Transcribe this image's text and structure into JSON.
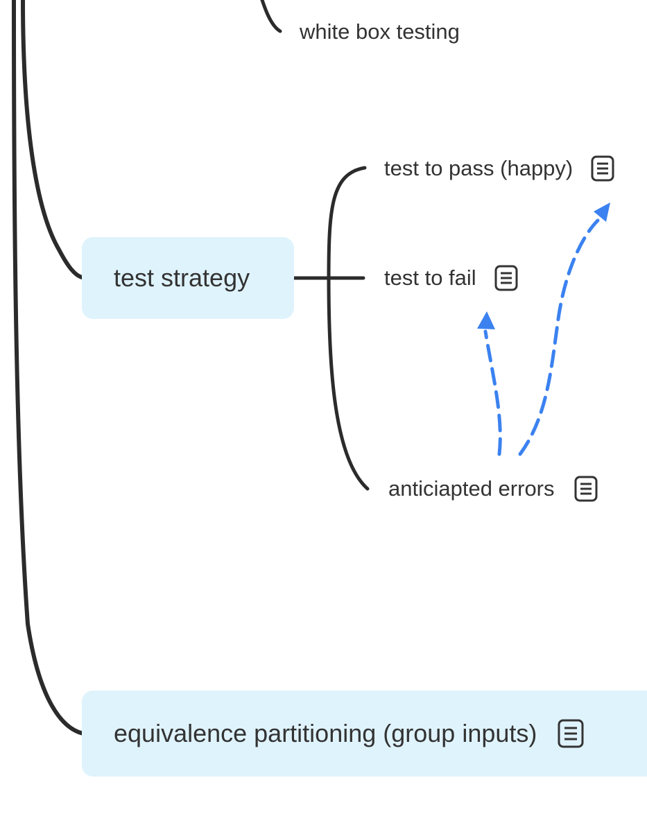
{
  "diagram": {
    "nodes": {
      "white_box_testing": {
        "label": "white box testing"
      },
      "test_strategy": {
        "label": "test strategy"
      },
      "test_to_pass": {
        "label": "test to pass (happy)",
        "has_note": true
      },
      "test_to_fail": {
        "label": "test to fail",
        "has_note": true
      },
      "anticipated_errors": {
        "label": "anticiapted errors",
        "has_note": true
      },
      "equivalence_partitioning": {
        "label": "equivalence partitioning (group inputs)",
        "has_note": true
      }
    },
    "icons": {
      "note": "note-icon"
    },
    "colors": {
      "connector": "#2b2b2b",
      "relationship_arrow": "#3b82f0",
      "node_fill": "#dff3fc",
      "text": "#333333"
    }
  }
}
